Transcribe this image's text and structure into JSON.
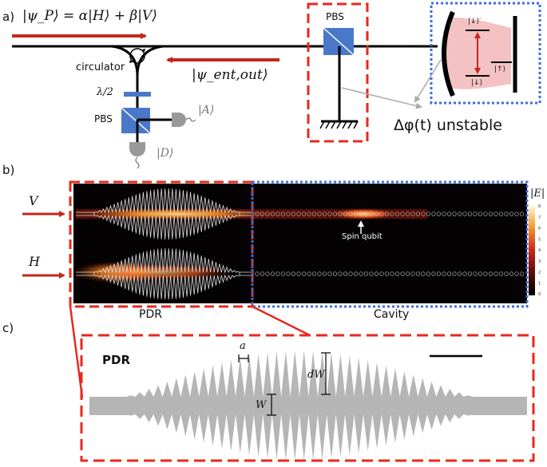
{
  "panels": {
    "a": {
      "label": "a)",
      "psi_p_equation": "|ψ_P⟩ = α|H⟩ + β|V⟩",
      "circulator_label": "circulator",
      "psi_ent_out": "|ψ_ent,out⟩",
      "half_wave_plate_label": "λ/2",
      "pbs_left_label": "PBS",
      "detector_a_label": "|A⟩",
      "detector_d_label": "|D⟩",
      "pbs_right_label": "PBS",
      "cavity_level_top": "|↓⟩′",
      "cavity_level_right": "|↑⟩",
      "cavity_level_bottom": "|↓⟩",
      "phase_text": "Δφ(t) unstable"
    },
    "b": {
      "label": "b)",
      "row_v_label": "V",
      "row_h_label": "H",
      "spin_qubit_label": "Spin qubit",
      "colorbar_title": "|E|",
      "colorbar_ticks": [
        "8",
        "7",
        "6",
        "5",
        "4",
        "3",
        "2",
        "1",
        "0"
      ],
      "pdr_label": "PDR",
      "cavity_label": "Cavity"
    },
    "c": {
      "label": "c)",
      "inset_title": "PDR",
      "dim_a": "a",
      "dim_dw": "dW",
      "dim_w": "W"
    }
  },
  "colors": {
    "red_dashed": "#e8281e",
    "blue_dotted": "#3a6fd8",
    "arrow_red": "#c3281c",
    "pbs_blue": "#4a78c8",
    "cavity_pink": "#f4c2c2",
    "gray_waveguide": "#b5b5b5"
  }
}
